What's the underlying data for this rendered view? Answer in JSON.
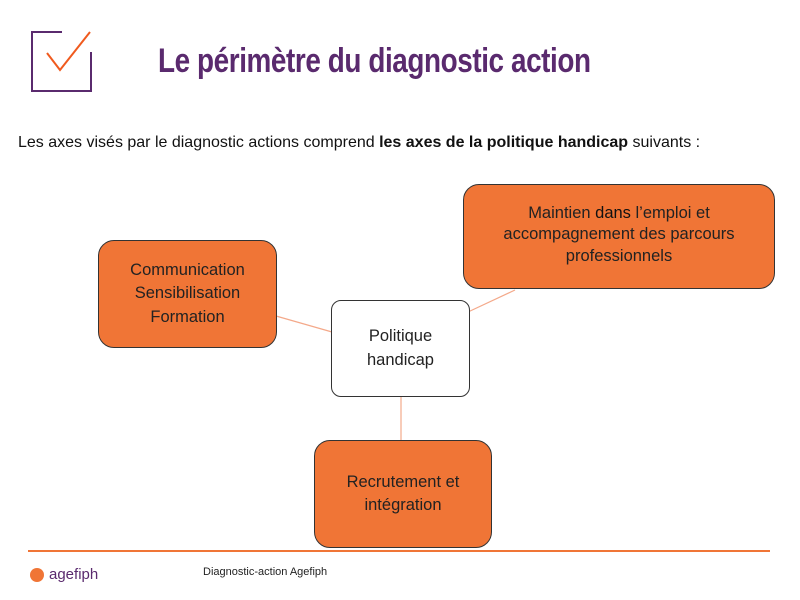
{
  "title": "Le périmètre du diagnostic action",
  "intro": {
    "before": "Les axes visés par le diagnostic actions comprend ",
    "bold": "les axes de la politique handicap",
    "after": " suivants :"
  },
  "diagram": {
    "center": [
      "Politique",
      "handicap"
    ],
    "left": [
      "Communication",
      "Sensibilisation",
      "Formation"
    ],
    "right": {
      "l1a": "Maintien ",
      "l1b": "dans",
      "l1c": " l’emploi et",
      "l2": "accompagnement des parcours",
      "l3": "professionnels"
    },
    "bottom": [
      "Recrutement et",
      "intégration"
    ]
  },
  "footer": {
    "brand": "agefiph",
    "text": "Diagnostic-action Agefiph"
  },
  "colors": {
    "accent": "#f07536",
    "purple": "#5a2a6e"
  }
}
